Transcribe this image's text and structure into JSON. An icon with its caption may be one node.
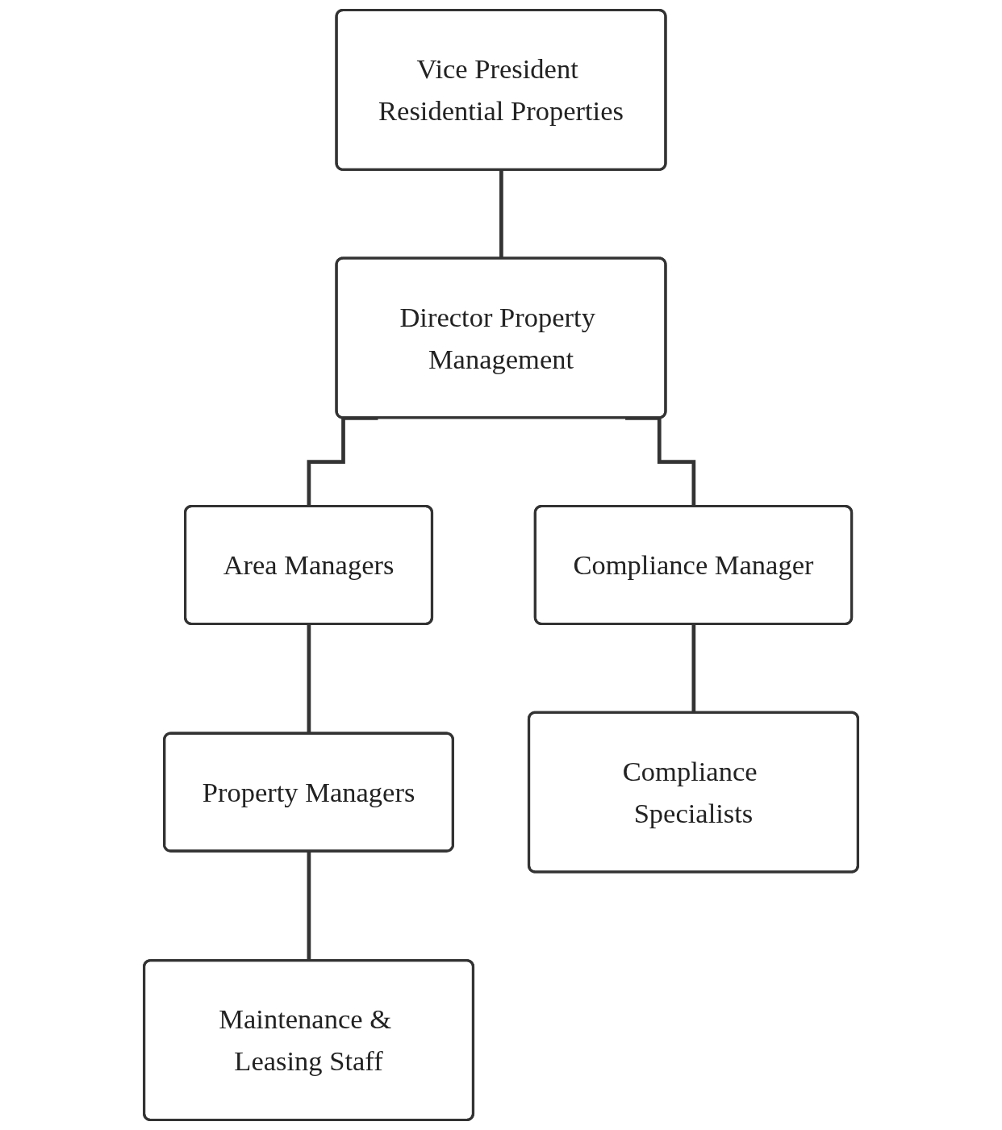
{
  "diagram": {
    "nodes": [
      {
        "text": [
          "Vice President Residential Properties"
        ]
      },
      {
        "text": [
          "Director Property Management"
        ]
      },
      {
        "text": [
          "Area Managers"
        ]
      },
      {
        "text": [
          "Compliance Manager"
        ]
      },
      {
        "text": [
          "Property Managers"
        ]
      },
      {
        "text": [
          "Compliance Specialists"
        ]
      },
      {
        "text": [
          "Maintenance & Leasing Staff"
        ]
      }
    ],
    "edges": [
      {
        "from": 0,
        "to": 1,
        "arrow": "none"
      },
      {
        "from": 1,
        "to": 2,
        "arrow": "none"
      },
      {
        "from": 1,
        "to": 3,
        "arrow": "none"
      },
      {
        "from": 2,
        "to": 4,
        "arrow": "none"
      },
      {
        "from": 3,
        "to": 5,
        "arrow": "none"
      },
      {
        "from": 4,
        "to": 6,
        "arrow": "none"
      }
    ]
  }
}
